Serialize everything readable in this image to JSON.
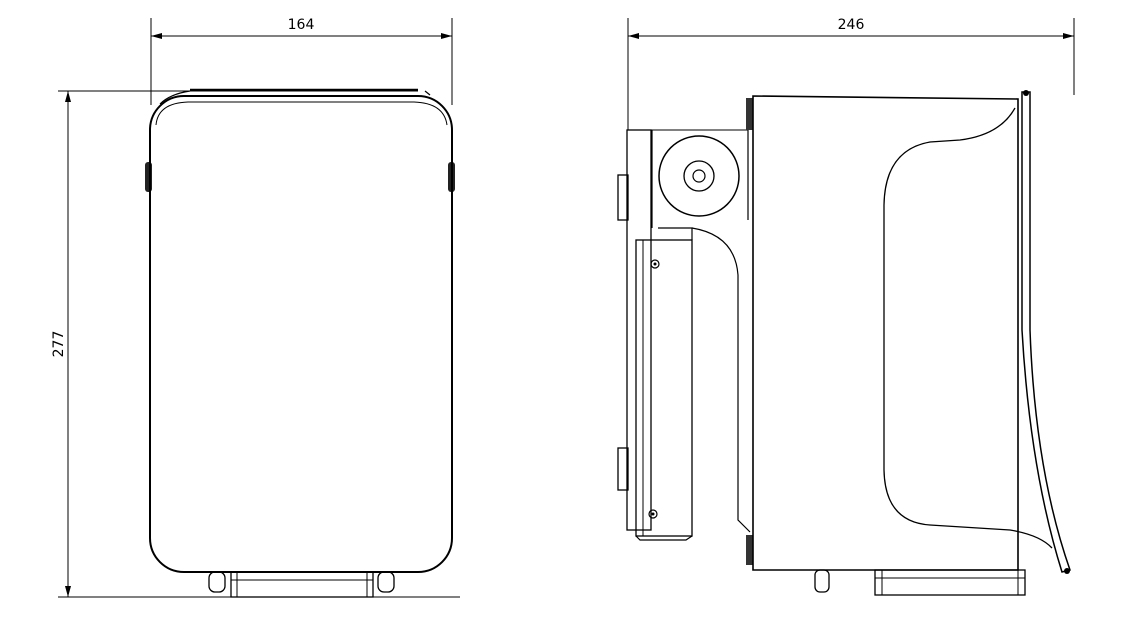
{
  "front_view": {
    "width_label": "164",
    "height_label": "277"
  },
  "side_view": {
    "depth_label": "246"
  }
}
